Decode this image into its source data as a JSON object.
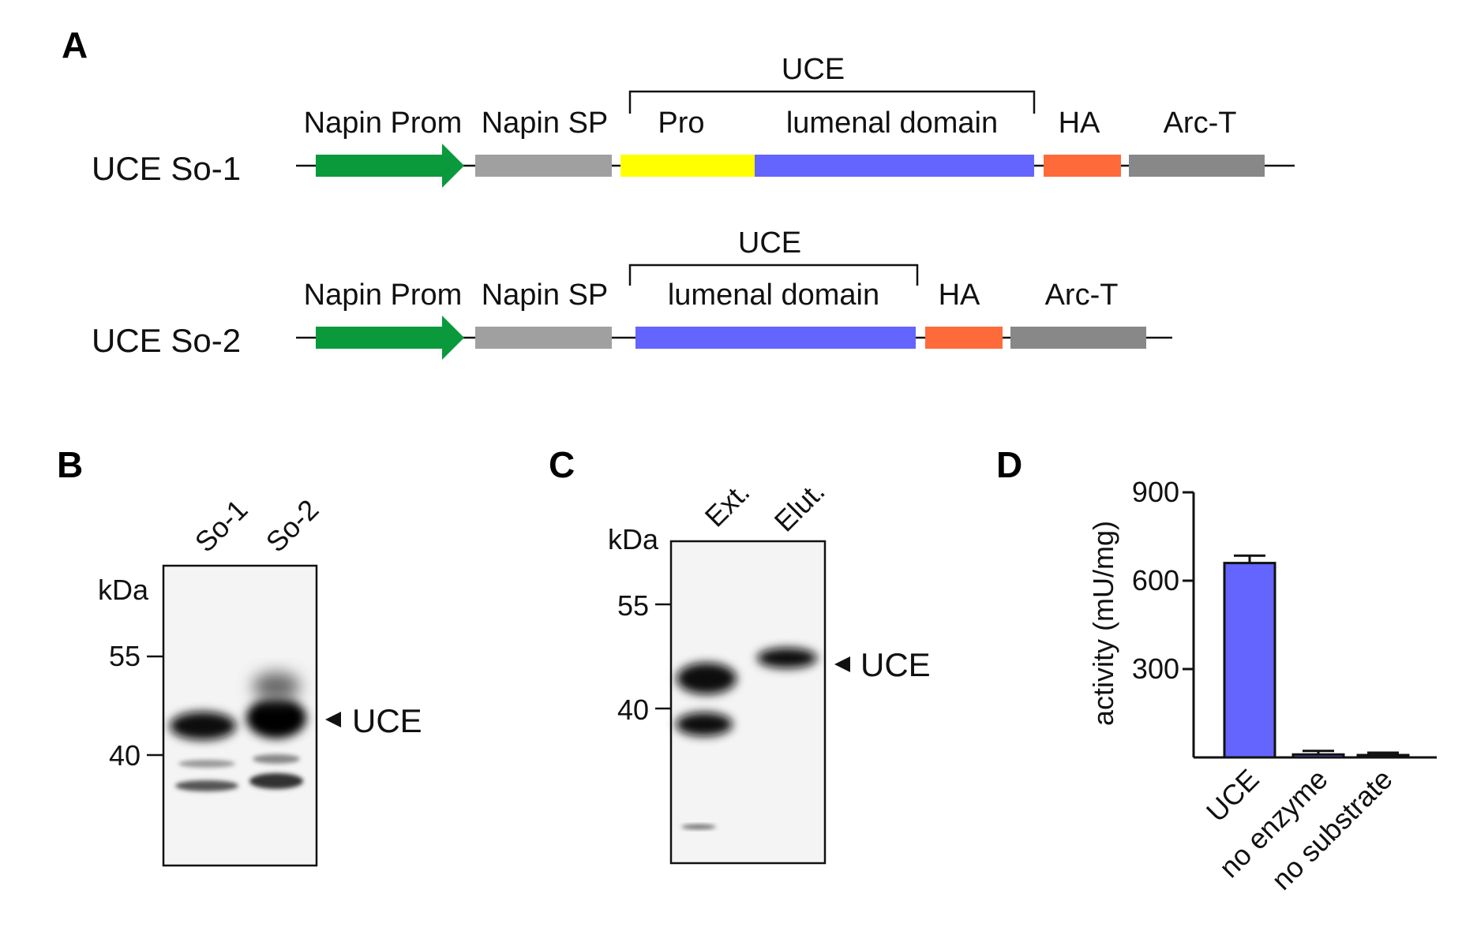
{
  "panels": {
    "a": "A",
    "b": "B",
    "c": "C",
    "d": "D"
  },
  "construct1": {
    "name": "UCE So-1",
    "bracket": "UCE",
    "labels": {
      "prom": "Napin Prom",
      "sp": "Napin SP",
      "pro": "Pro",
      "lumenal": "lumenal domain",
      "ha": "HA",
      "arc": "Arc-T"
    }
  },
  "construct2": {
    "name": "UCE So-2",
    "bracket": "UCE",
    "labels": {
      "prom": "Napin Prom",
      "sp": "Napin SP",
      "lumenal": "lumenal domain",
      "ha": "HA",
      "arc": "Arc-T"
    }
  },
  "colors": {
    "prom": "#0a9a3c",
    "sp": "#a0a0a0",
    "pro": "#ffff00",
    "lumenal": "#6464ff",
    "ha": "#ff6a3a",
    "arc": "#888888"
  },
  "blotB": {
    "lanes": [
      "So-1",
      "So-2"
    ],
    "kda": "kDa",
    "markers": [
      "55",
      "40"
    ],
    "band_label": "UCE"
  },
  "blotC": {
    "lanes": [
      "Ext.",
      "Elut."
    ],
    "kda": "kDa",
    "markers": [
      "55",
      "40"
    ],
    "band_label": "UCE"
  },
  "chart_data": {
    "type": "bar",
    "categories": [
      "UCE",
      "no enzyme",
      "no substrate"
    ],
    "values": [
      660,
      10,
      8
    ],
    "errors": [
      25,
      12,
      8
    ],
    "ylabel": "activity (mU/mg)",
    "ylim": [
      0,
      900
    ],
    "yticks": [
      "900",
      "600",
      "300"
    ],
    "bar_color": "#6464ff",
    "grid": false
  }
}
